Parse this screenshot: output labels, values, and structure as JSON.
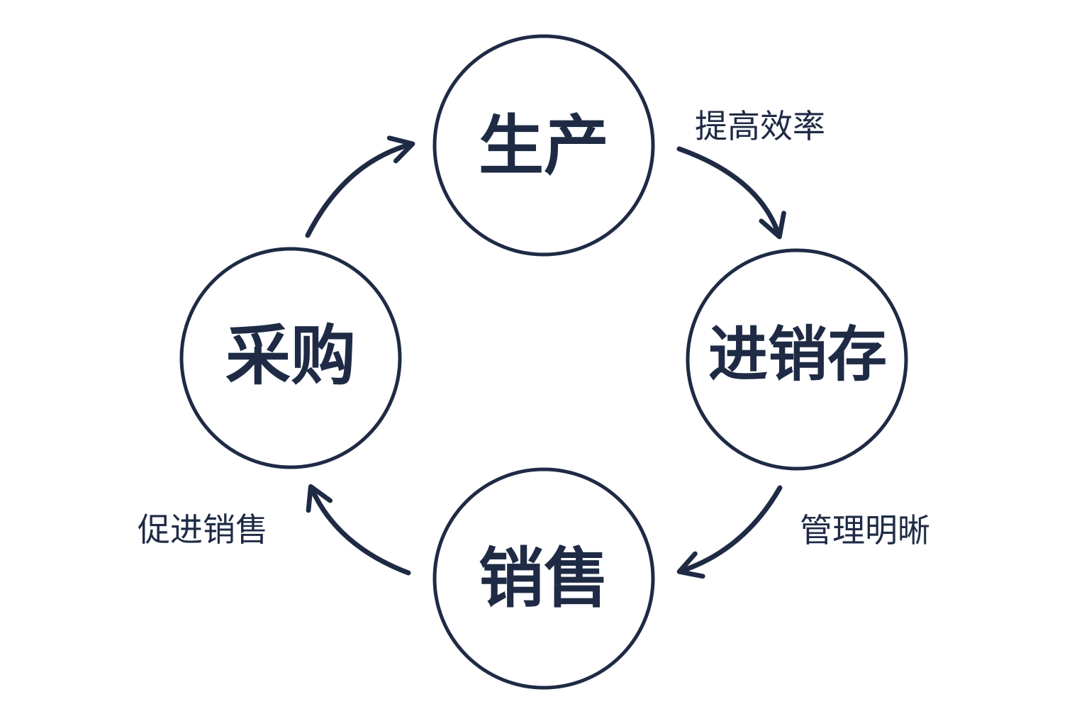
{
  "diagram": {
    "colors": {
      "stroke": "#1f2b45",
      "text": "#1f2b45",
      "background": "#ffffff"
    },
    "nodes": {
      "production": "生产",
      "inventory": "进销存",
      "sales": "销售",
      "purchasing": "采购"
    },
    "edge_labels": {
      "production_to_inventory": "提高效率",
      "inventory_to_sales": "管理明晰",
      "sales_to_purchasing": "促进销售"
    }
  }
}
